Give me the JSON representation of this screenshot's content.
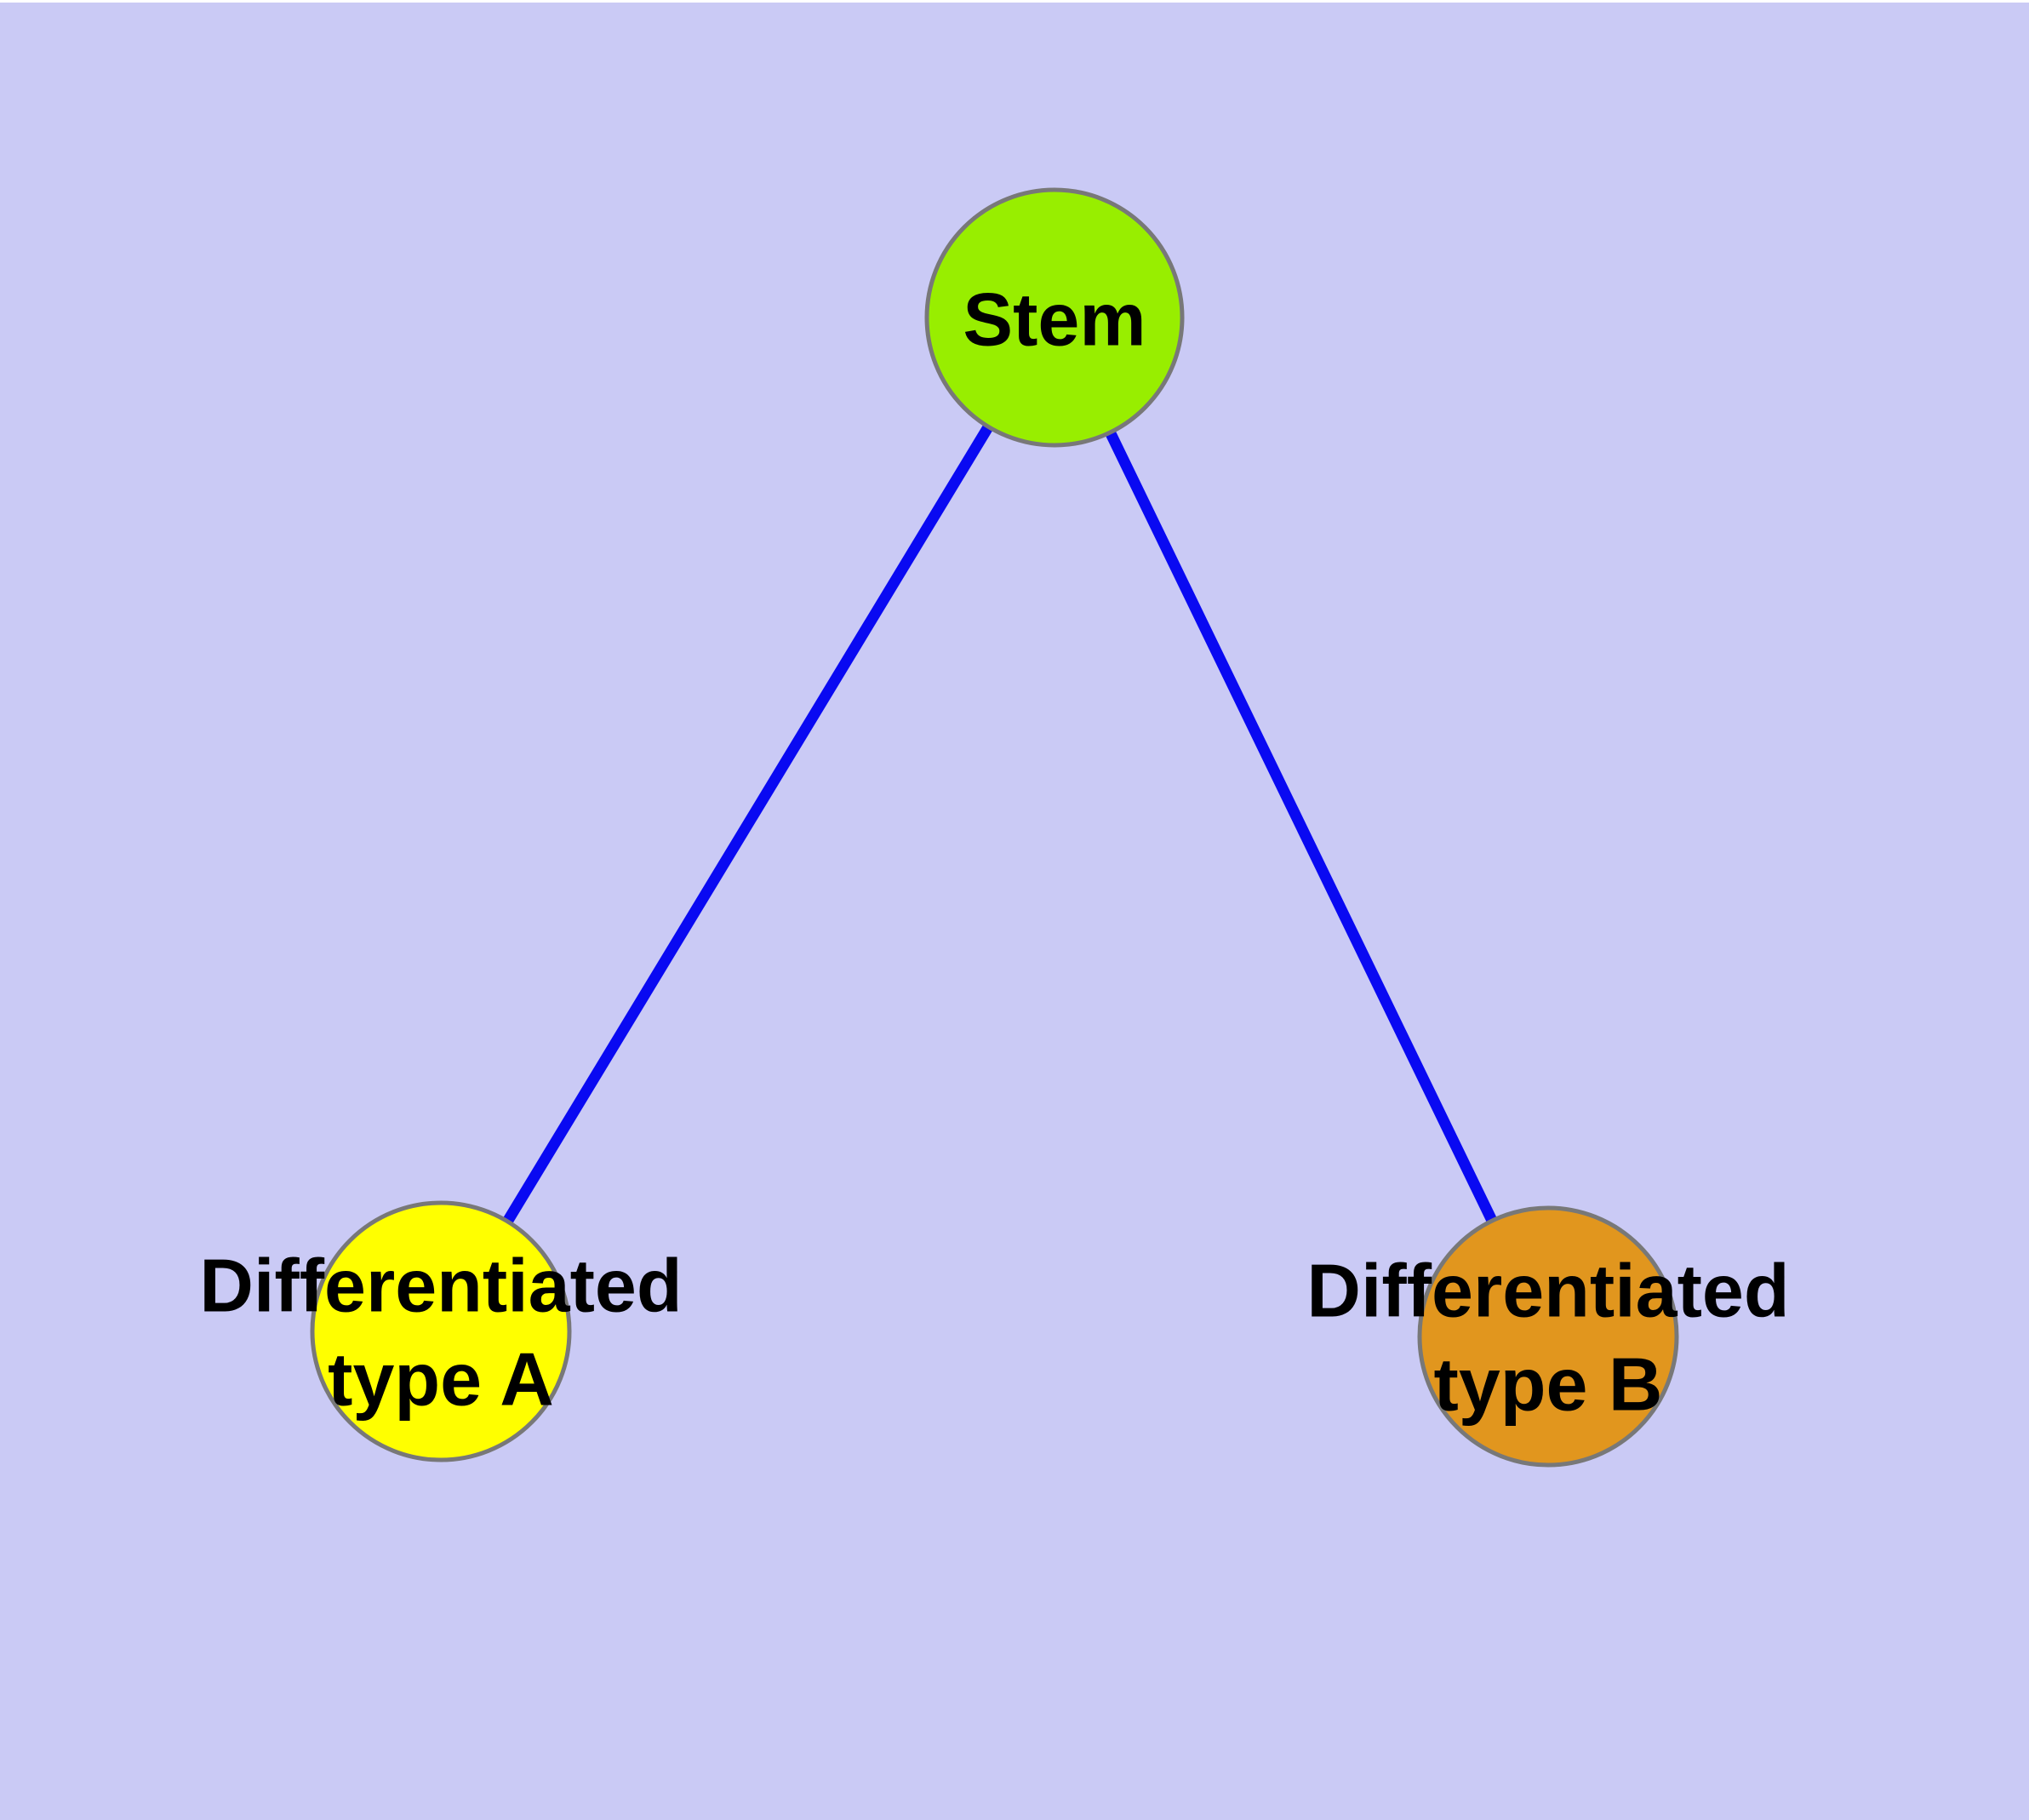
{
  "diagram": {
    "background_color": "#CACAF5",
    "top_strip_color": "#FFFFFF",
    "edge_color": "#0909F2",
    "node_border_color": "#787878",
    "label_color": "#000000",
    "nodes": [
      {
        "id": "stem",
        "label": "Stem",
        "fill": "#98EE00"
      },
      {
        "id": "differentiated-type-a",
        "label_line1": "Differentiated",
        "label_line2": "type A",
        "fill": "#FFFF00"
      },
      {
        "id": "differentiated-type-b",
        "label_line1": "Differentiated",
        "label_line2": "type B",
        "fill": "#E1961E"
      }
    ],
    "edges": [
      {
        "from": "stem",
        "to": "differentiated-type-a"
      },
      {
        "from": "stem",
        "to": "differentiated-type-b"
      }
    ]
  }
}
